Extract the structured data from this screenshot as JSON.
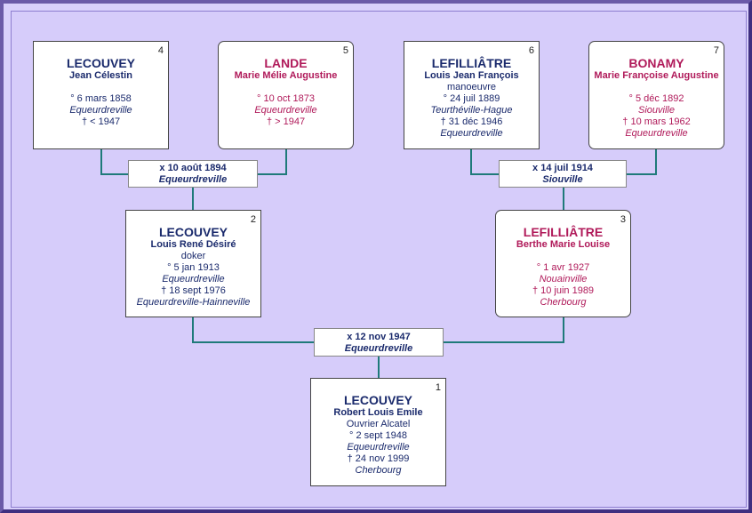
{
  "persons": [
    {
      "num": "1",
      "surname": "LECOUVEY",
      "given": "Robert Louis Emile",
      "occupation": "Ouvrier Alcatel",
      "birth": "° 2 sept 1948",
      "birth_place": "Equeurdreville",
      "death": "† 24 nov 1999",
      "death_place": "Cherbourg"
    },
    {
      "num": "2",
      "surname": "LECOUVEY",
      "given": "Louis René Désiré",
      "occupation": "doker",
      "birth": "° 5 jan 1913",
      "birth_place": "Equeurdreville",
      "death": "† 18 sept 1976",
      "death_place": "Equeurdreville-Hainneville"
    },
    {
      "num": "3",
      "surname": "LEFILLIÂTRE",
      "given": "Berthe Marie Louise",
      "birth": "° 1 avr 1927",
      "birth_place": "Nouainville",
      "death": "† 10 juin 1989",
      "death_place": "Cherbourg"
    },
    {
      "num": "4",
      "surname": "LECOUVEY",
      "given": "Jean Célestin",
      "birth": "° 6 mars 1858",
      "birth_place": "Equeurdreville",
      "death": "† < 1947"
    },
    {
      "num": "5",
      "surname": "LANDE",
      "given": "Marie Mélie Augustine",
      "birth": "° 10 oct 1873",
      "birth_place": "Equeurdreville",
      "death": "† > 1947"
    },
    {
      "num": "6",
      "surname": "LEFILLIÂTRE",
      "given": "Louis Jean François",
      "occupation": "manoeuvre",
      "birth": "° 24 juil 1889",
      "birth_place": "Teurthéville-Hague",
      "death": "† 31 déc 1946",
      "death_place": "Equeurdreville"
    },
    {
      "num": "7",
      "surname": "BONAMY",
      "given": "Marie Françoise Augustine",
      "birth": "° 5 déc 1892",
      "birth_place": "Siouville",
      "death": "† 10 mars 1962",
      "death_place": "Equeurdreville"
    }
  ],
  "marriages": [
    {
      "date": "x 12 nov 1947",
      "place": "Equeurdreville"
    },
    {
      "date": "x 10 août 1894",
      "place": "Equeurdreville"
    },
    {
      "date": "x 14 juil 1914",
      "place": "Siouville"
    }
  ]
}
